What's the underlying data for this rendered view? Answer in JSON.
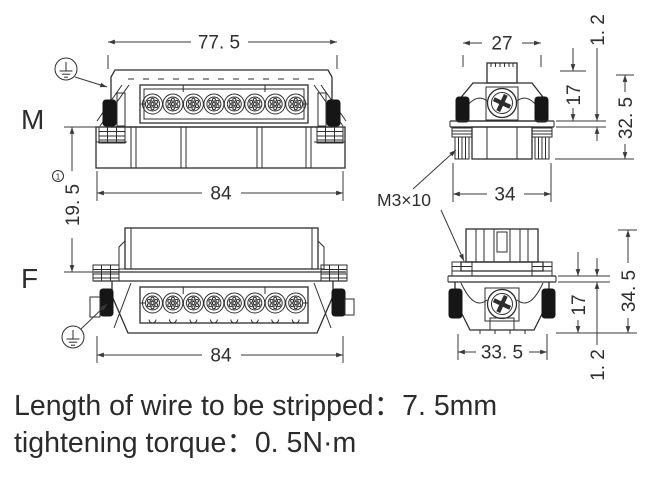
{
  "drawing": {
    "male_front": {
      "label": "M",
      "dim_width_top": "77. 5",
      "dim_width_bottom": "84",
      "dim_mating": "19. 5",
      "dim_mating_note": "1"
    },
    "male_side": {
      "dim_width_top": "27",
      "dim_flange_thickness": "1. 2",
      "dim_depth": "17",
      "dim_height": "32. 5",
      "dim_width_bottom": "34"
    },
    "female_front": {
      "label": "F",
      "dim_width_bottom": "84"
    },
    "female_side": {
      "dim_height": "34. 5",
      "dim_depth": "17",
      "dim_width_bottom": "33. 5",
      "dim_flange_thickness": "1. 2"
    },
    "thread_label": "M3×10"
  },
  "notes": {
    "line1": "Length of wire to be stripped：7. 5mm",
    "line2": "tightening torque：0. 5N·m"
  }
}
